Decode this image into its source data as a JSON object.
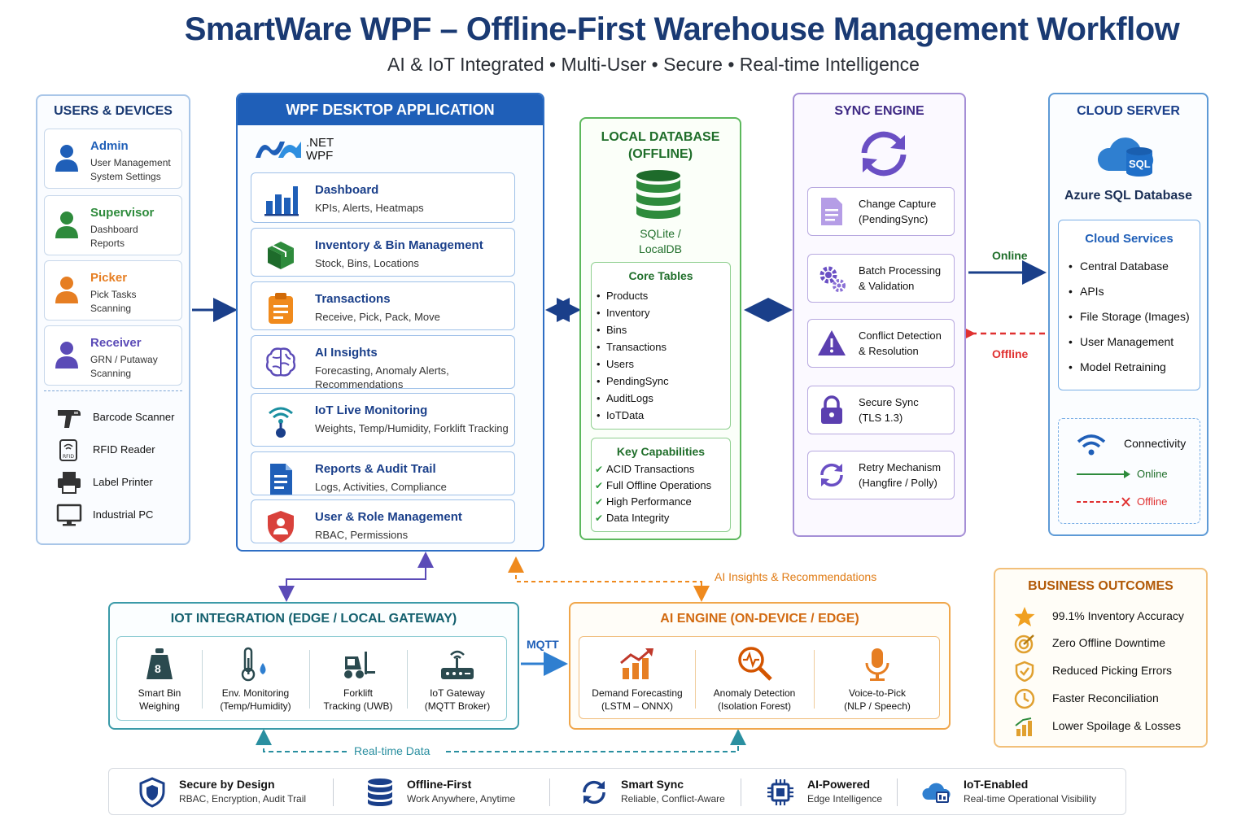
{
  "header": {
    "title": "SmartWare WPF – Offline-First Warehouse Management Workflow",
    "subtitle": "AI & IoT Integrated  •  Multi-User  •  Secure  •  Real-time Intelligence"
  },
  "users_devices": {
    "title": "USERS & DEVICES",
    "users": [
      {
        "name": "Admin",
        "line1": "User Management",
        "line2": "System Settings",
        "color": "#1f5fb8"
      },
      {
        "name": "Supervisor",
        "line1": "Dashboard",
        "line2": "Reports",
        "color": "#2e8b3c"
      },
      {
        "name": "Picker",
        "line1": "Pick Tasks",
        "line2": "Scanning",
        "color": "#e67e22"
      },
      {
        "name": "Receiver",
        "line1": "GRN / Putaway",
        "line2": "Scanning",
        "color": "#5b4bb7"
      }
    ],
    "devices": [
      "Barcode Scanner",
      "RFID Reader",
      "Label Printer",
      "Industrial PC"
    ]
  },
  "wpf_app": {
    "title": "WPF DESKTOP APPLICATION",
    "logo_line1": ".NET",
    "logo_line2": "WPF",
    "modules": [
      {
        "name": "Dashboard",
        "desc": "KPIs, Alerts, Heatmaps",
        "icon": "bar-chart-icon"
      },
      {
        "name": "Inventory & Bin Management",
        "desc": "Stock, Bins, Locations",
        "icon": "box-icon"
      },
      {
        "name": "Transactions",
        "desc": "Receive, Pick, Pack, Move",
        "icon": "clipboard-icon"
      },
      {
        "name": "AI Insights",
        "desc": "Forecasting, Anomaly Alerts, Recommendations",
        "icon": "brain-icon"
      },
      {
        "name": "IoT Live Monitoring",
        "desc": "Weights, Temp/Humidity, Forklift Tracking",
        "icon": "wireless-sensor-icon"
      },
      {
        "name": "Reports & Audit Trail",
        "desc": "Logs, Activities, Compliance",
        "icon": "document-icon"
      },
      {
        "name": "User & Role Management",
        "desc": "RBAC, Permissions",
        "icon": "shield-user-icon"
      }
    ]
  },
  "local_db": {
    "title_line1": "LOCAL DATABASE",
    "title_line2": "(OFFLINE)",
    "engine_line1": "SQLite /",
    "engine_line2": "LocalDB",
    "core_tables_title": "Core Tables",
    "core_tables": [
      "Products",
      "Inventory",
      "Bins",
      "Transactions",
      "Users",
      "PendingSync",
      "AuditLogs",
      "IoTData"
    ],
    "capabilities_title": "Key Capabilities",
    "capabilities": [
      "ACID Transactions",
      "Full Offline Operations",
      "High Performance",
      "Data Integrity"
    ]
  },
  "sync_engine": {
    "title": "SYNC ENGINE",
    "steps": [
      {
        "line1": "Change Capture",
        "line2": "(PendingSync)",
        "icon": "document-icon"
      },
      {
        "line1": "Batch Processing",
        "line2": "& Validation",
        "icon": "gears-icon"
      },
      {
        "line1": "Conflict Detection",
        "line2": "& Resolution",
        "icon": "warning-icon"
      },
      {
        "line1": "Secure Sync",
        "line2": "(TLS 1.3)",
        "icon": "lock-icon"
      },
      {
        "line1": "Retry Mechanism",
        "line2": "(Hangfire / Polly)",
        "icon": "retry-icon"
      }
    ]
  },
  "links": {
    "online": "Online",
    "offline": "Offline",
    "mqtt": "MQTT",
    "ai_insights": "AI Insights & Recommendations",
    "realtime": "Real-time Data"
  },
  "cloud": {
    "title": "CLOUD SERVER",
    "db_badge": "SQL",
    "db_name": "Azure SQL Database",
    "services_title": "Cloud Services",
    "services": [
      "Central Database",
      "APIs",
      "File Storage (Images)",
      "User Management",
      "Model Retraining"
    ],
    "connectivity_title": "Connectivity",
    "legend_online": "Online",
    "legend_offline": "Offline"
  },
  "iot": {
    "title": "IOT INTEGRATION (EDGE / LOCAL GATEWAY)",
    "tiles": [
      {
        "line1": "Smart Bin",
        "line2": "Weighing",
        "icon": "scale-icon",
        "badge": "8"
      },
      {
        "line1": "Env. Monitoring",
        "line2": "(Temp/Humidity)",
        "icon": "thermometer-icon"
      },
      {
        "line1": "Forklift",
        "line2": "Tracking (UWB)",
        "icon": "forklift-icon"
      },
      {
        "line1": "IoT Gateway",
        "line2": "(MQTT Broker)",
        "icon": "router-icon"
      }
    ]
  },
  "ai_engine": {
    "title": "AI ENGINE (ON-DEVICE / EDGE)",
    "tiles": [
      {
        "line1": "Demand Forecasting",
        "line2": "(LSTM – ONNX)",
        "icon": "trend-chart-icon"
      },
      {
        "line1": "Anomaly Detection",
        "line2": "(Isolation Forest)",
        "icon": "magnifier-pulse-icon"
      },
      {
        "line1": "Voice-to-Pick",
        "line2": "(NLP / Speech)",
        "icon": "microphone-icon"
      }
    ]
  },
  "outcomes": {
    "title": "BUSINESS OUTCOMES",
    "items": [
      "99.1% Inventory Accuracy",
      "Zero Offline Downtime",
      "Reduced Picking Errors",
      "Faster Reconciliation",
      "Lower Spoilage & Losses"
    ]
  },
  "features": [
    {
      "title": "Secure by Design",
      "desc": "RBAC, Encryption, Audit Trail",
      "icon": "shield-icon"
    },
    {
      "title": "Offline-First",
      "desc": "Work Anywhere, Anytime",
      "icon": "database-icon"
    },
    {
      "title": "Smart Sync",
      "desc": "Reliable, Conflict-Aware",
      "icon": "sync-icon"
    },
    {
      "title": "AI-Powered",
      "desc": "Edge Intelligence",
      "icon": "chip-icon"
    },
    {
      "title": "IoT-Enabled",
      "desc": "Real-time Operational Visibility",
      "icon": "cloud-device-icon"
    }
  ]
}
